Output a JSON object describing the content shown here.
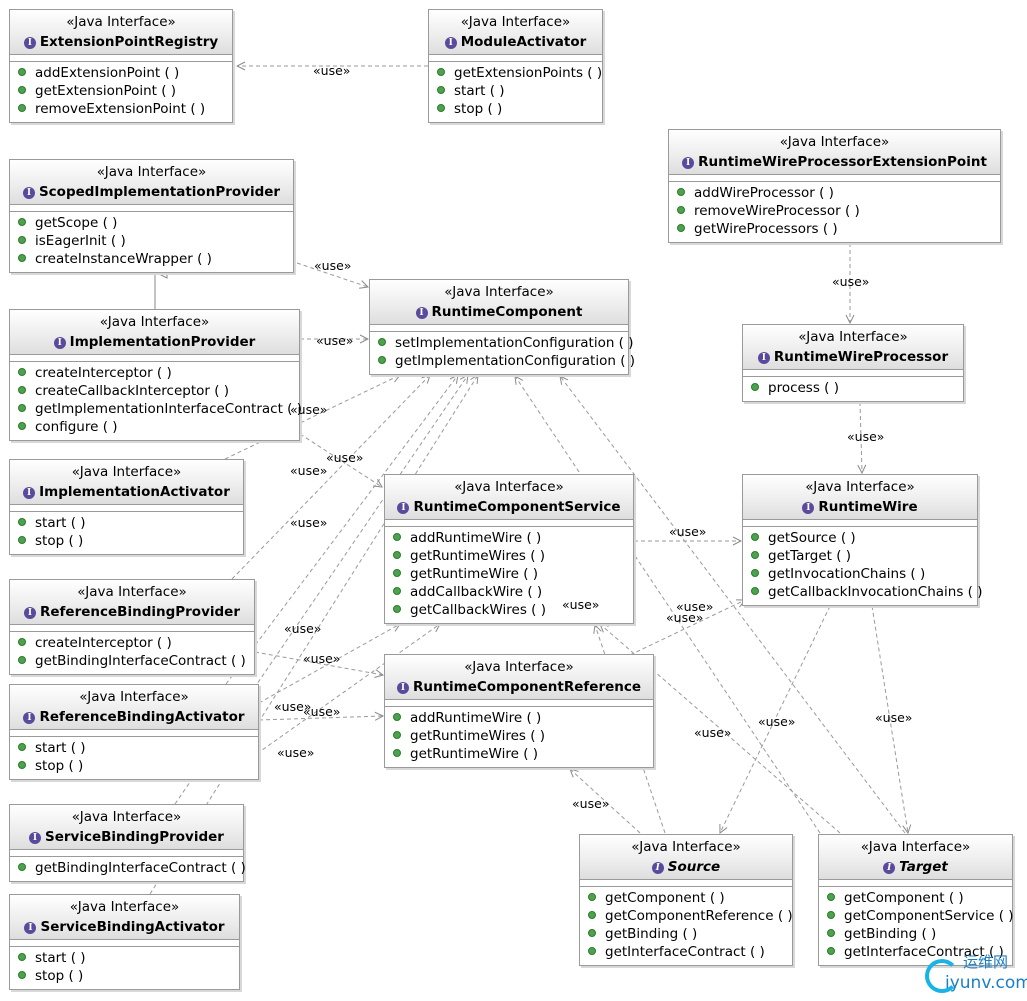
{
  "stereotype": "«Java Interface»",
  "use_label": "«use»",
  "interfaces": {
    "extension_point_registry": {
      "name": "ExtensionPointRegistry",
      "methods": [
        "addExtensionPoint ( )",
        "getExtensionPoint ( )",
        "removeExtensionPoint ( )"
      ]
    },
    "module_activator": {
      "name": "ModuleActivator",
      "methods": [
        "getExtensionPoints ( )",
        "start ( )",
        "stop ( )"
      ]
    },
    "runtime_wire_processor_extension_point": {
      "name": "RuntimeWireProcessorExtensionPoint",
      "methods": [
        "addWireProcessor ( )",
        "removeWireProcessor ( )",
        "getWireProcessors ( )"
      ]
    },
    "scoped_implementation_provider": {
      "name": "ScopedImplementationProvider",
      "methods": [
        "getScope ( )",
        "isEagerInit ( )",
        "createInstanceWrapper ( )"
      ]
    },
    "runtime_component": {
      "name": "RuntimeComponent",
      "methods": [
        "setImplementationConfiguration ( )",
        "getImplementationConfiguration ( )"
      ]
    },
    "implementation_provider": {
      "name": "ImplementationProvider",
      "methods": [
        "createInterceptor ( )",
        "createCallbackInterceptor ( )",
        "getImplementationInterfaceContract ( )",
        "configure ( )"
      ]
    },
    "runtime_wire_processor": {
      "name": "RuntimeWireProcessor",
      "methods": [
        "process ( )"
      ]
    },
    "implementation_activator": {
      "name": "ImplementationActivator",
      "methods": [
        "start ( )",
        "stop ( )"
      ]
    },
    "runtime_component_service": {
      "name": "RuntimeComponentService",
      "methods": [
        "addRuntimeWire ( )",
        "getRuntimeWires ( )",
        "getRuntimeWire ( )",
        "addCallbackWire ( )",
        "getCallbackWires ( )"
      ]
    },
    "runtime_wire": {
      "name": "RuntimeWire",
      "methods": [
        "getSource ( )",
        "getTarget ( )",
        "getInvocationChains ( )",
        "getCallbackInvocationChains ( )"
      ]
    },
    "reference_binding_provider": {
      "name": "ReferenceBindingProvider",
      "methods": [
        "createInterceptor ( )",
        "getBindingInterfaceContract ( )"
      ]
    },
    "runtime_component_reference": {
      "name": "RuntimeComponentReference",
      "methods": [
        "addRuntimeWire ( )",
        "getRuntimeWires ( )",
        "getRuntimeWire ( )"
      ]
    },
    "reference_binding_activator": {
      "name": "ReferenceBindingActivator",
      "methods": [
        "start ( )",
        "stop ( )"
      ]
    },
    "service_binding_provider": {
      "name": "ServiceBindingProvider",
      "methods": [
        "getBindingInterfaceContract ( )"
      ]
    },
    "service_binding_activator": {
      "name": "ServiceBindingActivator",
      "methods": [
        "start ( )",
        "stop ( )"
      ]
    },
    "source": {
      "name": "Source",
      "methods": [
        "getComponent ( )",
        "getComponentReference ( )",
        "getBinding ( )",
        "getInterfaceContract ( )"
      ]
    },
    "target": {
      "name": "Target",
      "methods": [
        "getComponent ( )",
        "getComponentService ( )",
        "getBinding ( )",
        "getInterfaceContract ( )"
      ]
    }
  },
  "watermark": {
    "top": "运维网",
    "bottom": "iyunv.com"
  }
}
